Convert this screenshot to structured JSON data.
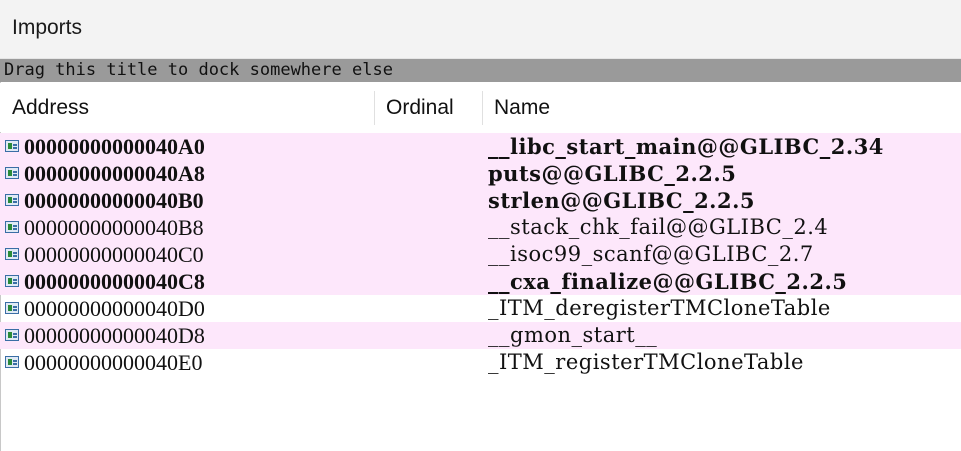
{
  "panel": {
    "title": "Imports"
  },
  "dock_hint": "Drag this title to dock somewhere else",
  "columns": {
    "address": "Address",
    "ordinal": "Ordinal",
    "name": "Name"
  },
  "rows": [
    {
      "address": "00000000000040A0",
      "ordinal": "",
      "name": "__libc_start_main@@GLIBC_2.34",
      "bold": true,
      "highlight": true
    },
    {
      "address": "00000000000040A8",
      "ordinal": "",
      "name": "puts@@GLIBC_2.2.5",
      "bold": true,
      "highlight": true
    },
    {
      "address": "00000000000040B0",
      "ordinal": "",
      "name": "strlen@@GLIBC_2.2.5",
      "bold": true,
      "highlight": true
    },
    {
      "address": "00000000000040B8",
      "ordinal": "",
      "name": "__stack_chk_fail@@GLIBC_2.4",
      "bold": false,
      "highlight": true
    },
    {
      "address": "00000000000040C0",
      "ordinal": "",
      "name": "__isoc99_scanf@@GLIBC_2.7",
      "bold": false,
      "highlight": true
    },
    {
      "address": "00000000000040C8",
      "ordinal": "",
      "name": "__cxa_finalize@@GLIBC_2.2.5",
      "bold": true,
      "highlight": true
    },
    {
      "address": "00000000000040D0",
      "ordinal": "",
      "name": "_ITM_deregisterTMCloneTable",
      "bold": false,
      "highlight": false
    },
    {
      "address": "00000000000040D8",
      "ordinal": "",
      "name": "__gmon_start__",
      "bold": false,
      "highlight": true
    },
    {
      "address": "00000000000040E0",
      "ordinal": "",
      "name": "_ITM_registerTMCloneTable",
      "bold": false,
      "highlight": false
    }
  ],
  "row_icon": "import-entry-icon",
  "colors": {
    "highlight": "#fde7fb",
    "dock_bar": "#9a9a9a"
  }
}
